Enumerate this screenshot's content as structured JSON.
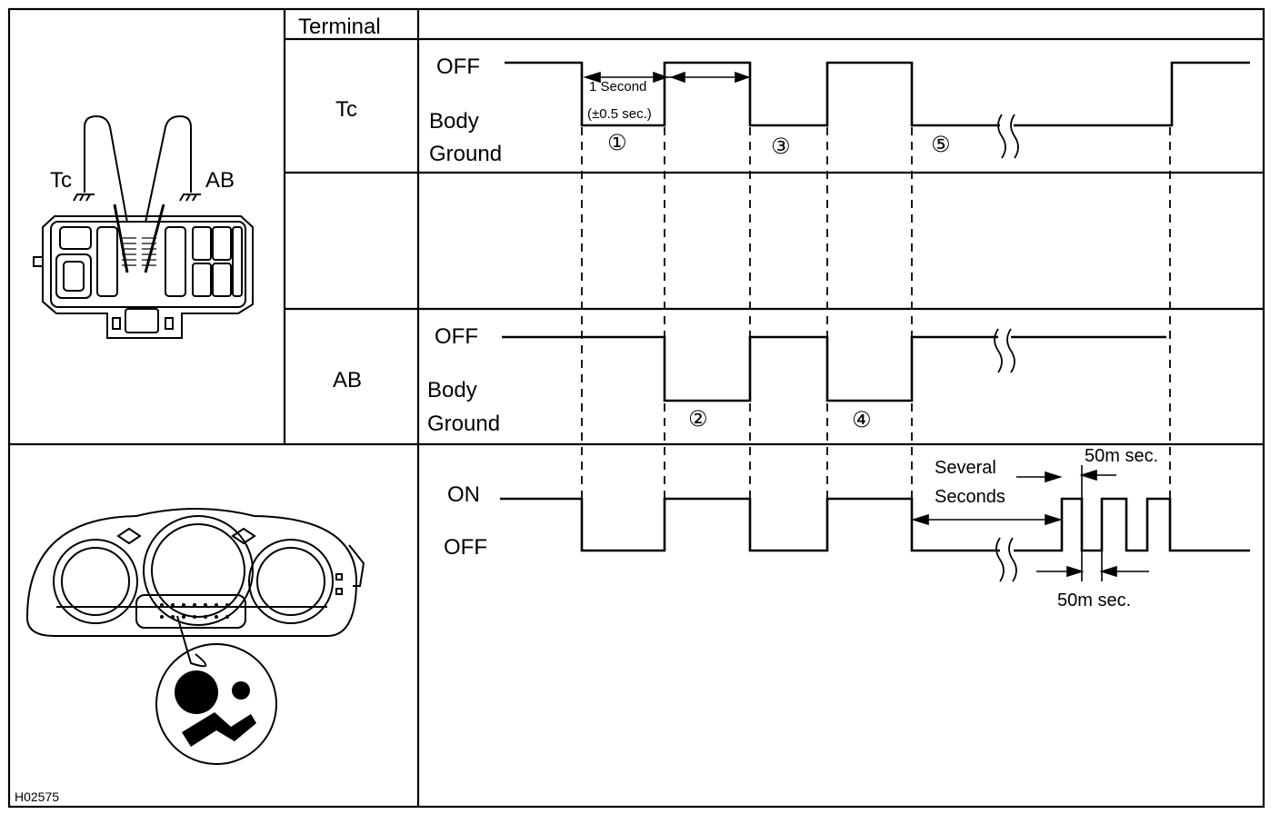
{
  "header": {
    "terminal": "Terminal"
  },
  "tc_row": {
    "terminal_name": "Tc",
    "off_label": "OFF",
    "body_label": "Body",
    "ground_label": "Ground",
    "interval_label": "1 Second",
    "tolerance_label": "(±0.5 sec.)",
    "step1": "①",
    "step3": "③",
    "step5": "⑤"
  },
  "ab_row": {
    "terminal_name": "AB",
    "off_label": "OFF",
    "body_label": "Body",
    "ground_label": "Ground",
    "step2": "②",
    "step4": "④"
  },
  "warning_row": {
    "on_label": "ON",
    "off_label": "OFF",
    "several_label": "Several",
    "seconds_label": "Seconds",
    "pulse_top_label": "50m sec.",
    "pulse_bottom_label": "50m sec."
  },
  "connector_labels": {
    "tc": "Tc",
    "ab": "AB"
  },
  "figure_code": "H02575"
}
